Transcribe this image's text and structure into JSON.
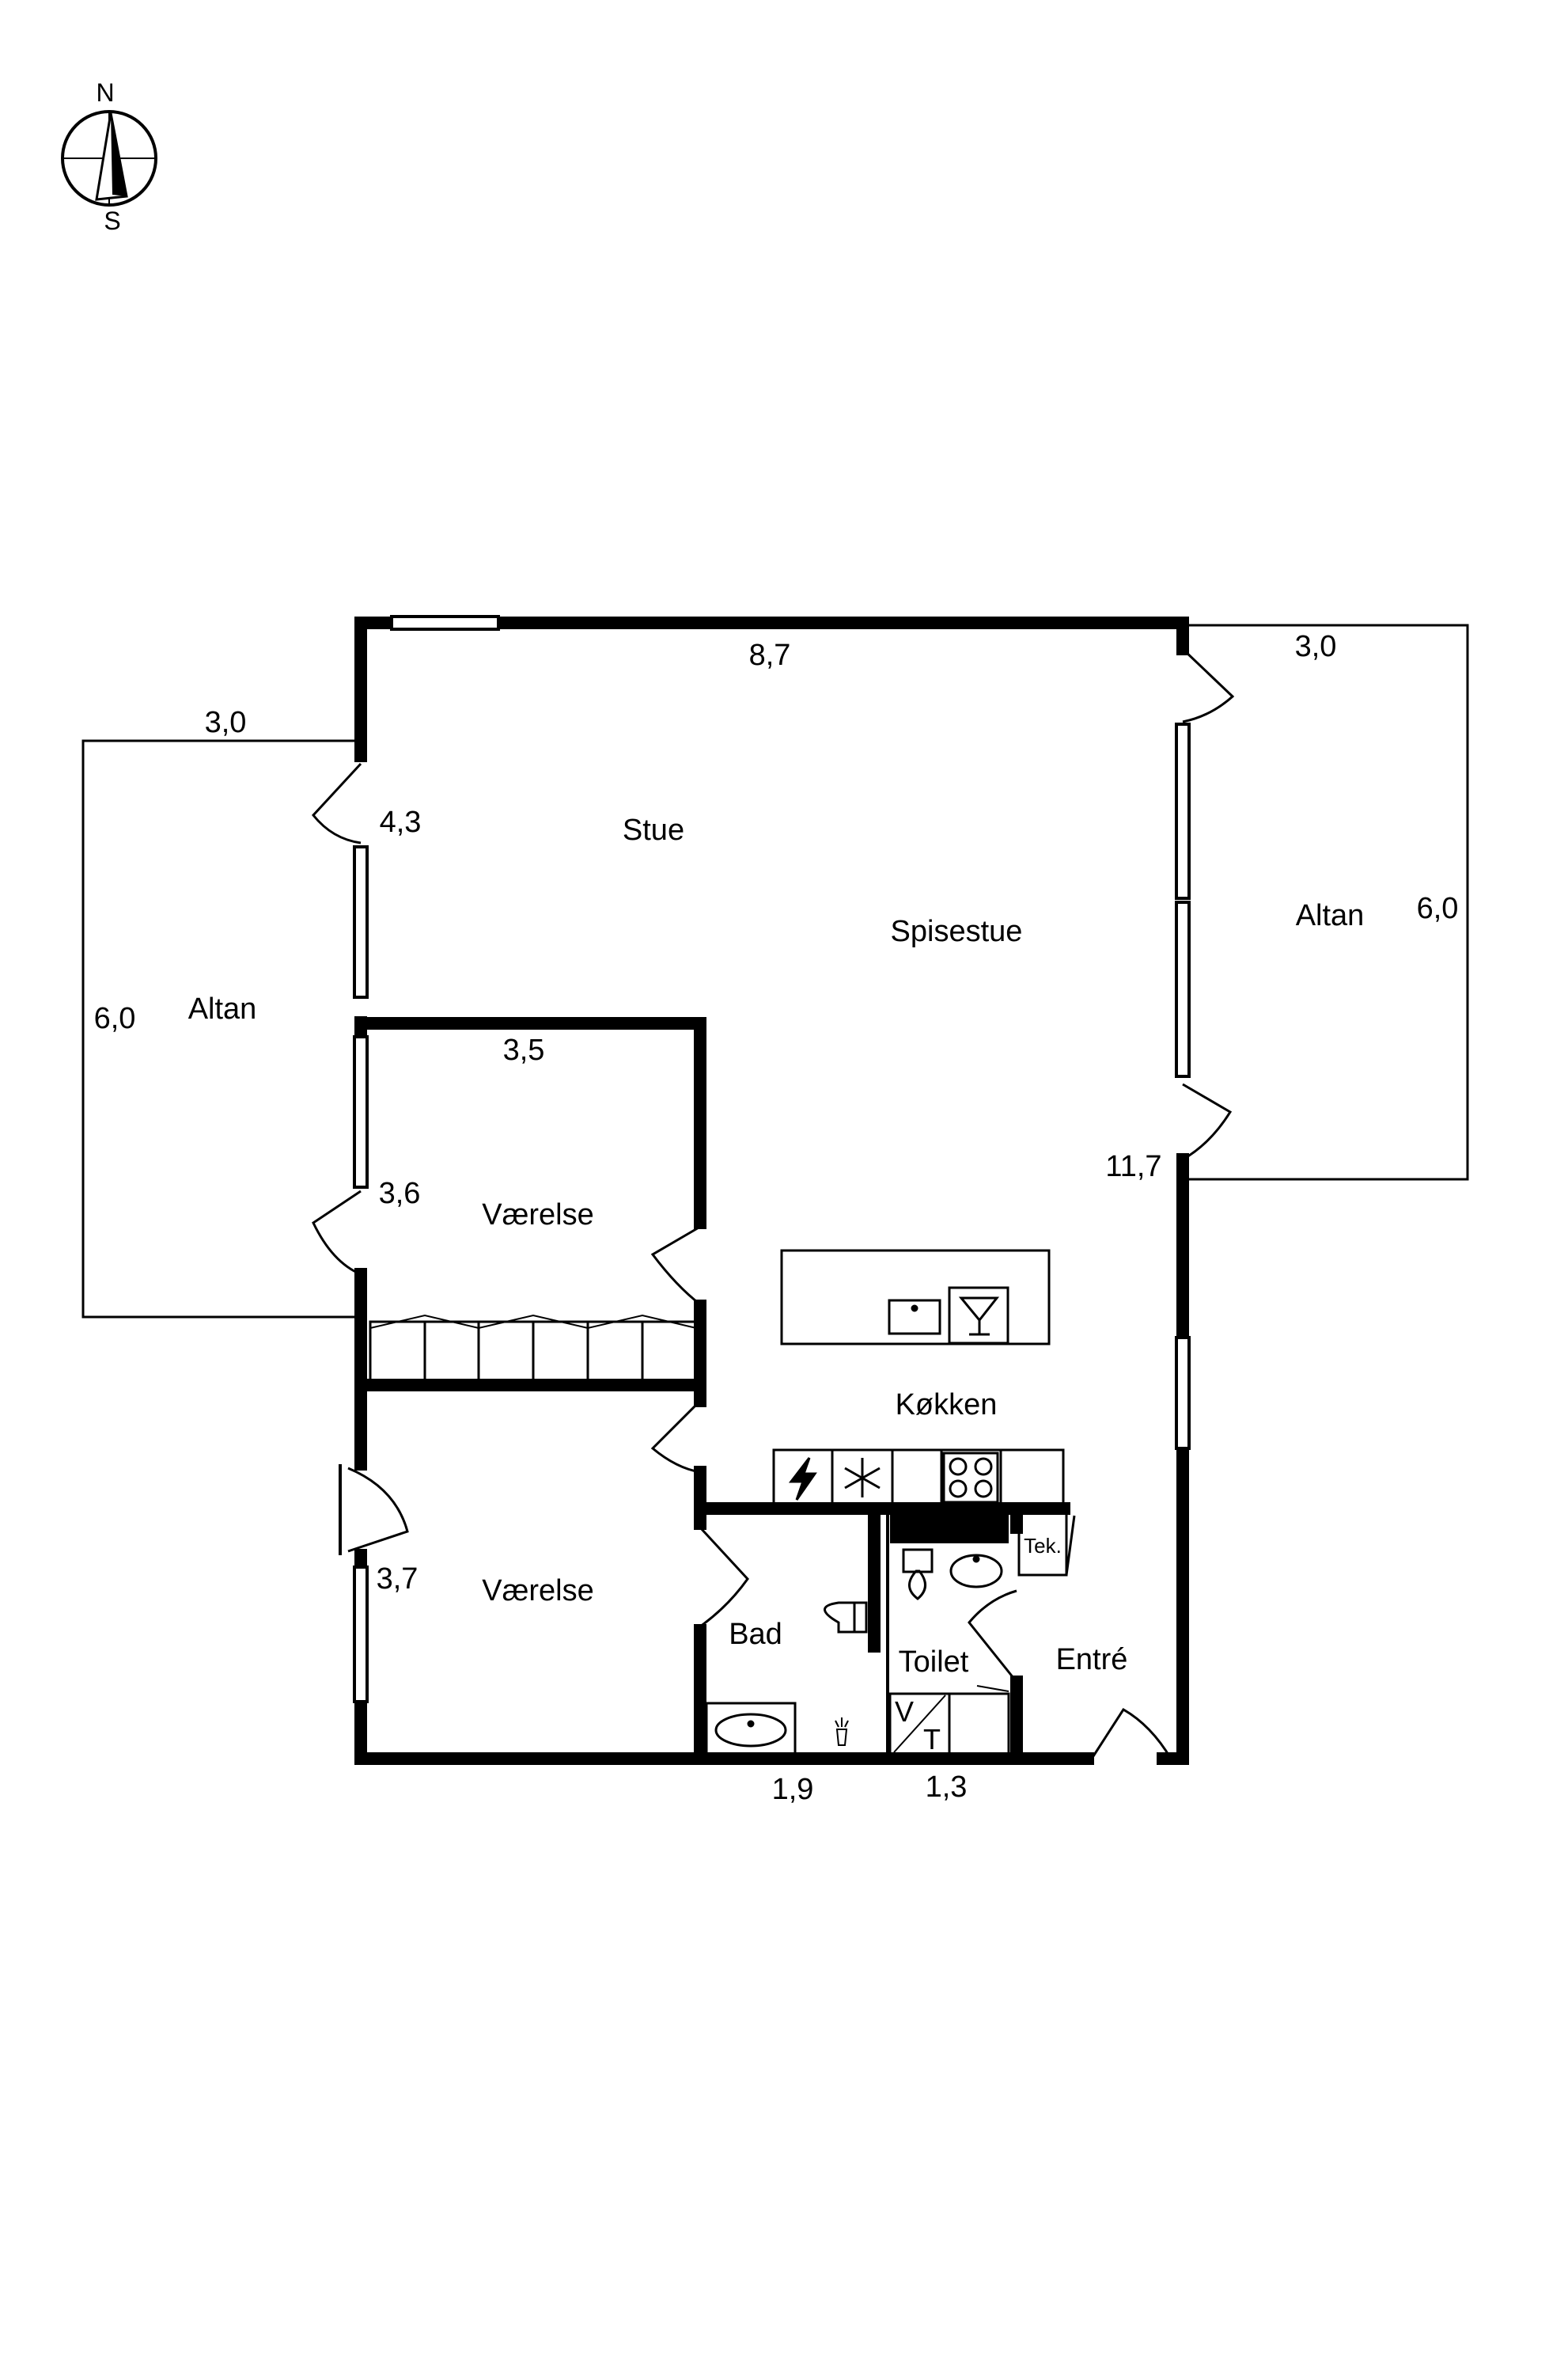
{
  "compass": {
    "north": "N",
    "south": "S"
  },
  "rooms": {
    "stue": "Stue",
    "spisestue": "Spisestue",
    "altan_left": "Altan",
    "altan_right": "Altan",
    "vaerelse_top": "Værelse",
    "vaerelse_bottom": "Værelse",
    "koekken": "Køkken",
    "bad": "Bad",
    "toilet": "Toilet",
    "entre": "Entré",
    "tek": "Tek."
  },
  "dimensions": {
    "top_width": "8,7",
    "right_balcony_width": "3,0",
    "left_balcony_width": "3,0",
    "stue_depth": "4,3",
    "left_balcony_depth": "6,0",
    "right_balcony_depth": "6,0",
    "vaerelse_top_width": "3,5",
    "vaerelse_top_depth": "3,6",
    "total_depth": "11,7",
    "vaerelse_bottom_depth": "3,7",
    "bad_width": "1,9",
    "toilet_width": "1,3"
  },
  "fixtures": {
    "vt_v": "V",
    "vt_t": "T"
  },
  "colors": {
    "wall": "#000000",
    "background": "#ffffff"
  }
}
